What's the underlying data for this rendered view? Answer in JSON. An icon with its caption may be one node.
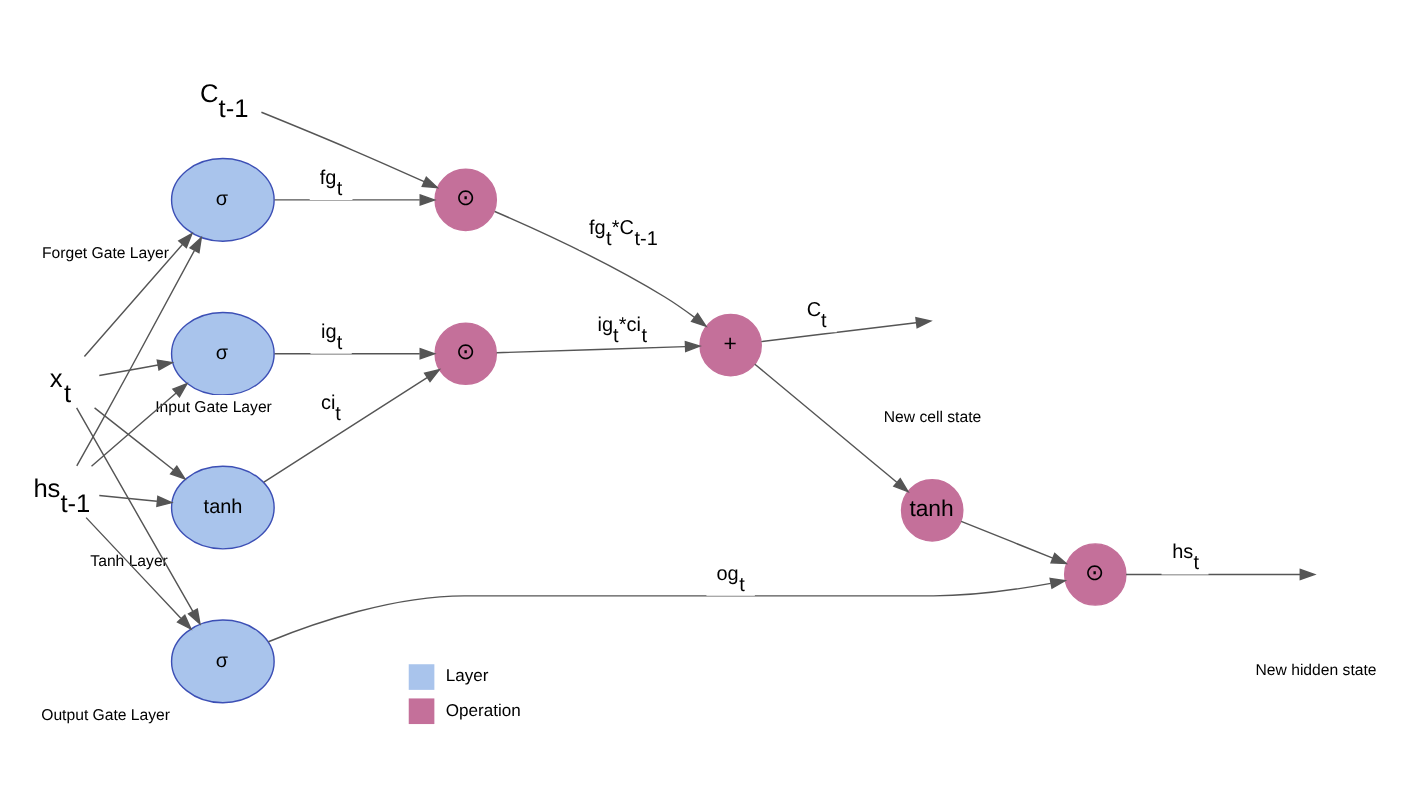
{
  "diagram": {
    "nodes": [
      {
        "text": [
          "x$_{t}$"
        ]
      },
      {
        "text": [
          "hs$_{t-1}$"
        ]
      },
      {
        "text": [
          "C$_{t-1}$"
        ]
      },
      {
        "text": [
          "σ"
        ],
        "beside": [
          "Forget Gate Layer"
        ]
      },
      {
        "text": [
          "σ"
        ],
        "beside": [
          "Input Gate Layer"
        ]
      },
      {
        "text": [
          "tanh"
        ],
        "beside": [
          "Tanh Layer"
        ]
      },
      {
        "text": [
          "σ"
        ],
        "beside": [
          "Output Gate Layer"
        ]
      },
      {
        "text": [
          "⊙"
        ]
      },
      {
        "text": [
          "⊙"
        ]
      },
      {
        "text": [
          "+"
        ]
      },
      {
        "text": [
          "tanh"
        ]
      },
      {
        "text": [
          "⊙"
        ]
      }
    ],
    "edges": [
      {
        "from": 0,
        "to": 3,
        "arrow": "to"
      },
      {
        "from": 0,
        "to": 4,
        "arrow": "to"
      },
      {
        "from": 0,
        "to": 5,
        "arrow": "to"
      },
      {
        "from": 0,
        "to": 6,
        "arrow": "to"
      },
      {
        "from": 1,
        "to": 3,
        "arrow": "to"
      },
      {
        "from": 1,
        "to": 4,
        "arrow": "to"
      },
      {
        "from": 1,
        "to": 5,
        "arrow": "to"
      },
      {
        "from": 1,
        "to": 6,
        "arrow": "to"
      },
      {
        "from": 2,
        "to": 7,
        "arrow": "to"
      },
      {
        "from": 3,
        "to": 7,
        "arrow": "to",
        "label": "fg$_{t}$"
      },
      {
        "from": 4,
        "to": 8,
        "arrow": "to",
        "label": "ig$_{t}$"
      },
      {
        "from": 5,
        "to": 8,
        "arrow": "to",
        "label": "ci$_{t}$"
      },
      {
        "from": 7,
        "to": 9,
        "arrow": "to",
        "label": "fg$_{t}$*C$_{t-1}$"
      },
      {
        "from": 8,
        "to": 9,
        "arrow": "to",
        "label": "ig$_{t}$*ci$_{t}$"
      },
      {
        "from": 9,
        "to": null,
        "arrow": "to",
        "label": "C$_{t}$"
      },
      {
        "from": 9,
        "to": 10,
        "arrow": "to"
      },
      {
        "from": 10,
        "to": 11,
        "arrow": "to"
      },
      {
        "from": 6,
        "to": 11,
        "arrow": "to",
        "label": "og$_{t}$"
      },
      {
        "from": 11,
        "to": null,
        "arrow": "to",
        "label": "hs$_{t}$"
      }
    ],
    "labels": [
      "New cell state",
      "New hidden state"
    ],
    "legend": [
      {
        "text": "Layer",
        "color": "#a9c4ec"
      },
      {
        "text": "Operation",
        "color": "#c4709a"
      }
    ]
  }
}
